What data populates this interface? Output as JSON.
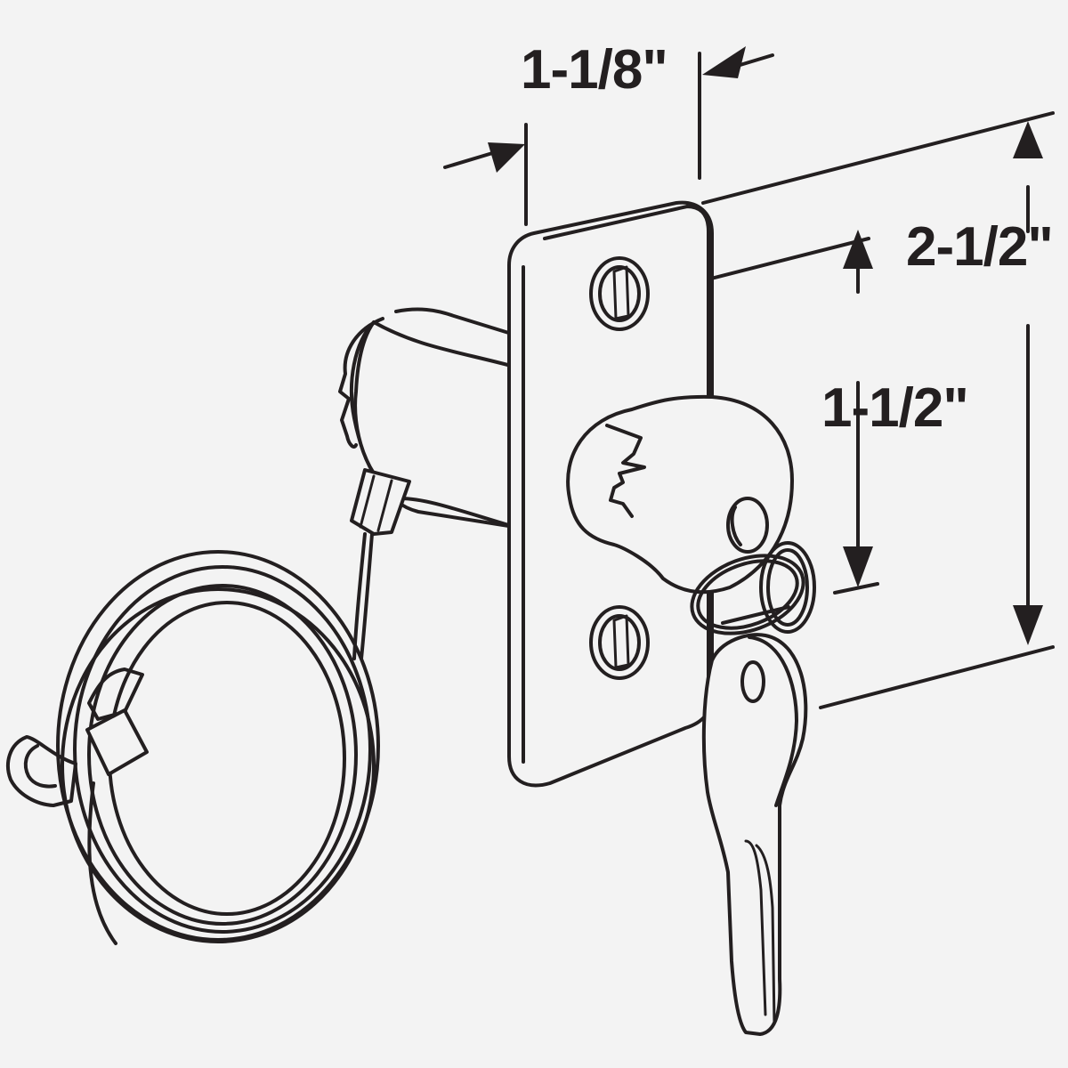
{
  "diagram": {
    "subject": "Garage door lock with keys and pull cable",
    "background_color": "#f3f3f3",
    "line_color": "#231f20",
    "dimensions": {
      "width": "1-1/8\"",
      "hole_spacing": "1-1/2\"",
      "height": "2-1/2\""
    },
    "parts": [
      "mounting-plate",
      "screw-holes",
      "lock-cylinder",
      "key-ring",
      "key",
      "pull-cable-coil",
      "cable-loop"
    ]
  }
}
